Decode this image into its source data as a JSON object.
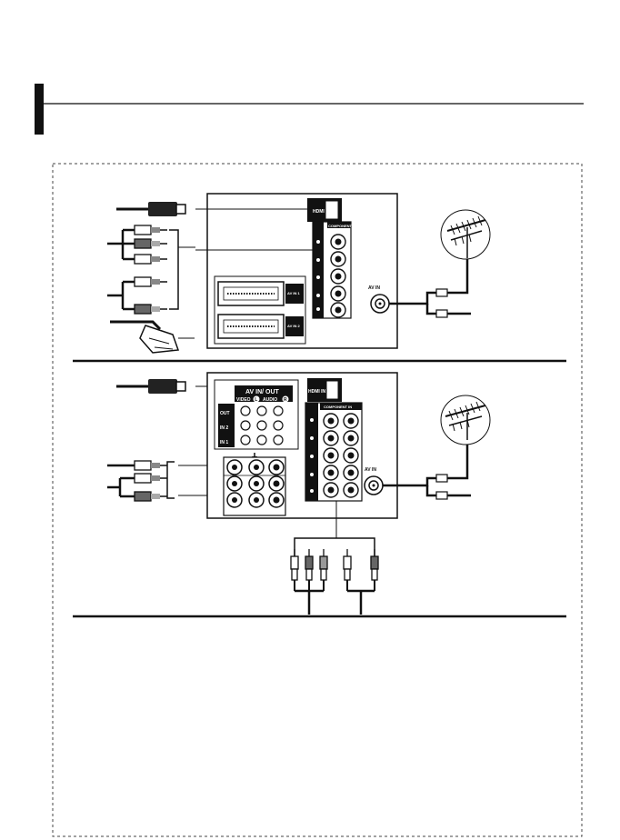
{
  "labels": {
    "hdmi_in_top": "HDMI IN",
    "component_in_top": "COMPONENT IN",
    "av_in_1": "AV IN 1",
    "av_in_2": "AV IN 2",
    "av_in_antenna_top": "AV IN",
    "av_in_out_header": "AV IN/ OUT",
    "video": "VIDEO",
    "audio": "AUDIO",
    "circle_l": "L",
    "circle_r": "R",
    "out": "OUT",
    "in_2": "IN 2",
    "in_1": "IN 1",
    "hdmi_in_bottom": "HDMI IN",
    "component_in_bottom": "COMPONENT IN",
    "av_in_antenna_bottom": "AV IN"
  }
}
